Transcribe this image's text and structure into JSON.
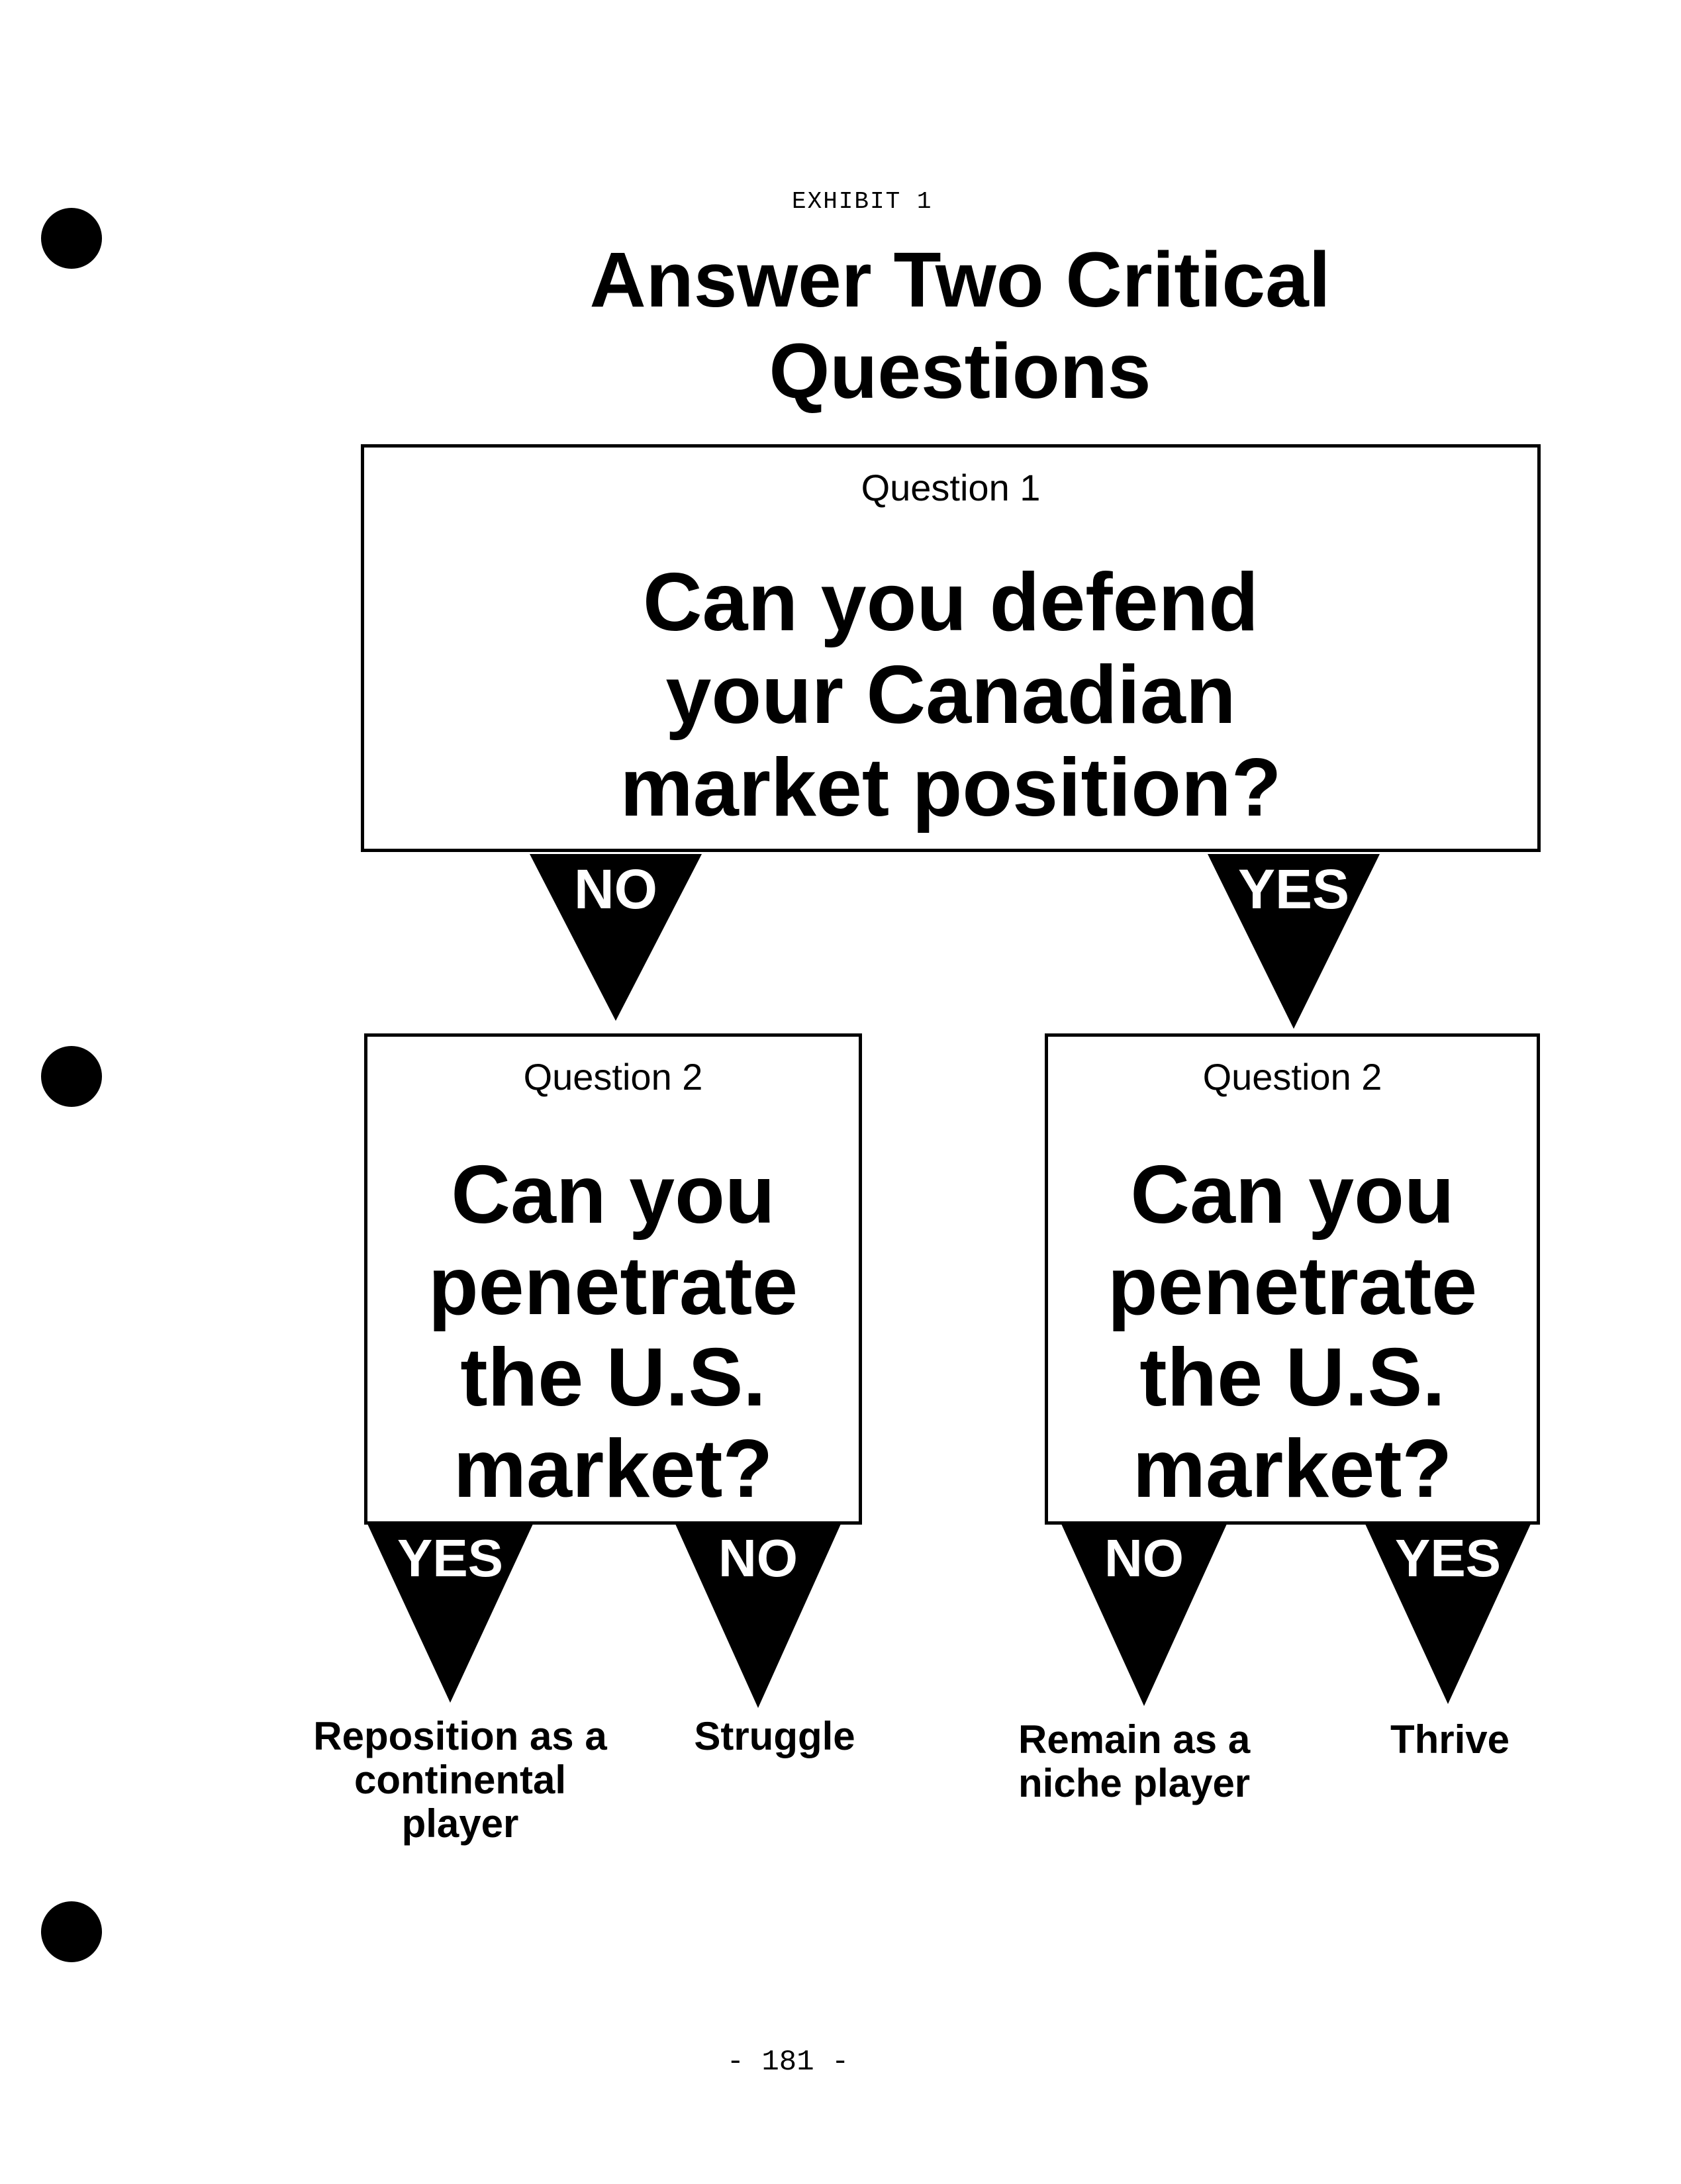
{
  "exhibit_label": "EXHIBIT 1",
  "title_line1": "Answer Two Critical",
  "title_line2": "Questions",
  "question1": {
    "label": "Question 1",
    "text": "Can you defend your Canadian market position?",
    "branch_left": "NO",
    "branch_right": "YES"
  },
  "question2_left": {
    "label": "Question 2",
    "text": "Can you penetrate the U.S. market?",
    "branch_left": "YES",
    "branch_right": "NO"
  },
  "question2_right": {
    "label": "Question 2",
    "text": "Can you penetrate the U.S. market?",
    "branch_left": "NO",
    "branch_right": "YES"
  },
  "outcomes": [
    "Reposition as a continental player",
    "Struggle",
    "Remain as a niche player",
    "Thrive"
  ],
  "page_number": "- 181 -",
  "colors": {
    "ink": "#000000",
    "paper": "#ffffff"
  }
}
